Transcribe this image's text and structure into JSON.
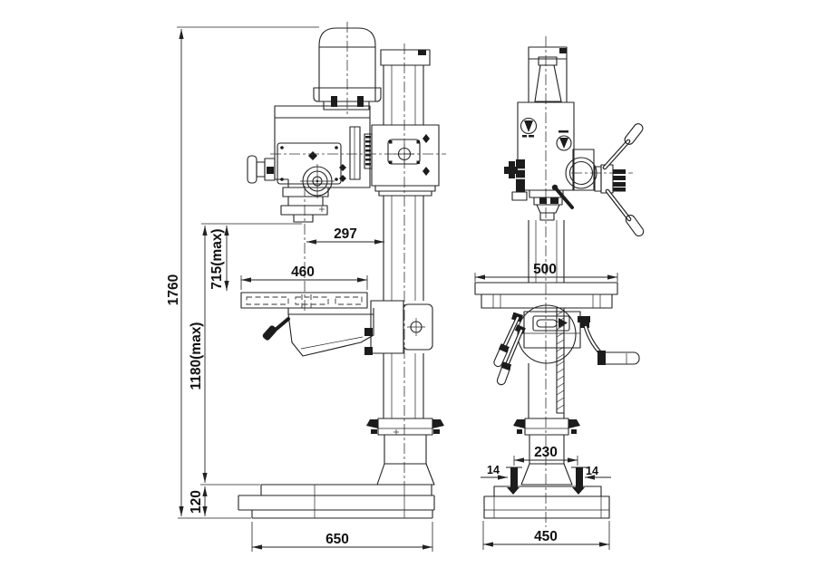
{
  "colors": {
    "background": "#ffffff",
    "ink": "#222222"
  },
  "dimensions": {
    "overall_height": "1760",
    "spindle_to_table_max": "715(max)",
    "spindle_to_base_max": "1180(max)",
    "base_height": "120",
    "spindle_to_column": "297",
    "table_length": "460",
    "base_length_side": "650",
    "table_width": "500",
    "foundation_bolt_spacing": "230",
    "foundation_bolt_left": "14",
    "foundation_bolt_right": "14",
    "base_width_front": "450"
  }
}
